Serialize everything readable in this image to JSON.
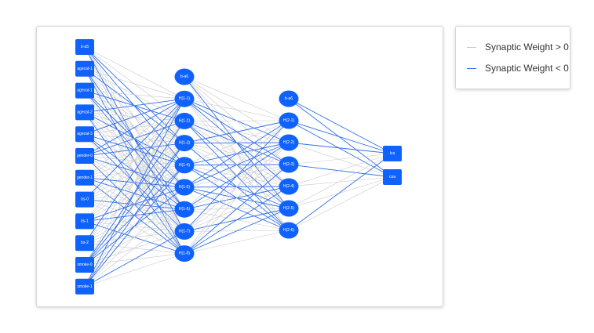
{
  "colors": {
    "node_fill": "#0f62fe",
    "positive_edge": "#c8c8c8",
    "negative_edge": "#2f6ee8",
    "node_text": "#ffffff"
  },
  "legend": {
    "positive_label": "Synaptic Weight > 0",
    "negative_label": "Synaptic Weight < 0"
  },
  "network": {
    "input_layer": [
      "b-a5",
      "agecat-1",
      "agecat-1",
      "agecat-2",
      "agecat-3",
      "gender-0",
      "gender-1",
      "bs-0",
      "bs-1",
      "bs-2",
      "smoke-0",
      "smoke-1"
    ],
    "hidden_layer_1": [
      "b-a6",
      "H(1-1)",
      "H(1-2)",
      "H(1-3)",
      "H(1-4)",
      "H(1-5)",
      "H(1-6)",
      "H(1-7)",
      "H(1-8)"
    ],
    "hidden_layer_2": [
      "b-a6",
      "H(2-1)",
      "H(2-2)",
      "H(2-3)",
      "H(2-4)",
      "H(2-5)",
      "H(2-6)"
    ],
    "output_layer": [
      "lca",
      "coa"
    ]
  }
}
